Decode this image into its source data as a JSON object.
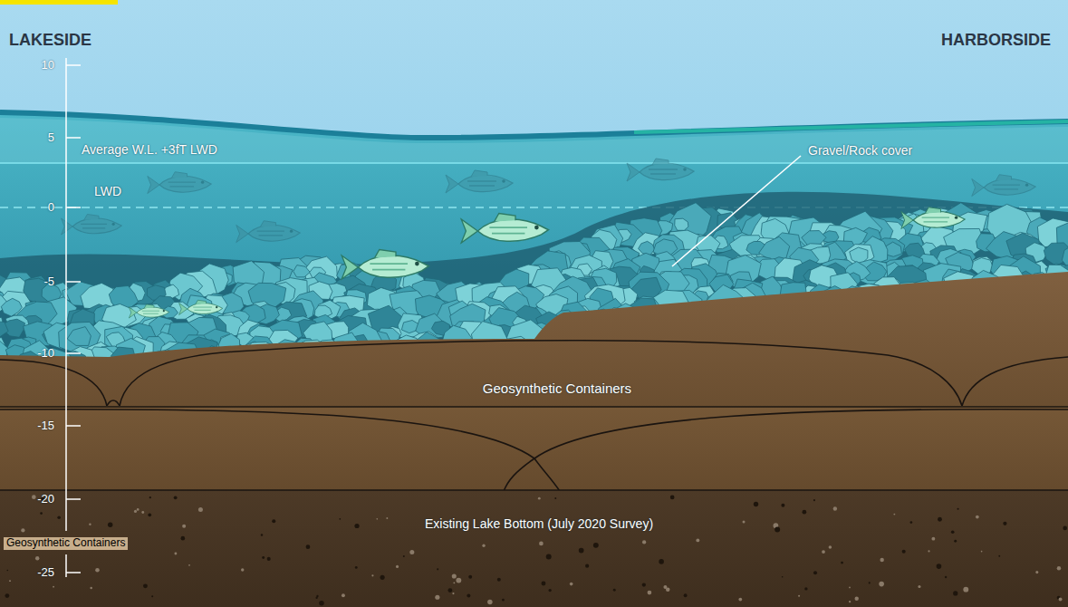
{
  "diagram": {
    "labels": [
      "LAKESIDE",
      "HARBORSIDE",
      "10",
      "5",
      "0",
      "-5",
      "-10",
      "-15",
      "-20",
      "-25",
      "Average W.L. +3fT LWD",
      "LWD",
      "Gravel/Rock cover",
      "Geosynthetic Containers",
      "Existing Lake Bottom (July 2020 Survey)",
      "Geosynthetic Containers"
    ]
  }
}
